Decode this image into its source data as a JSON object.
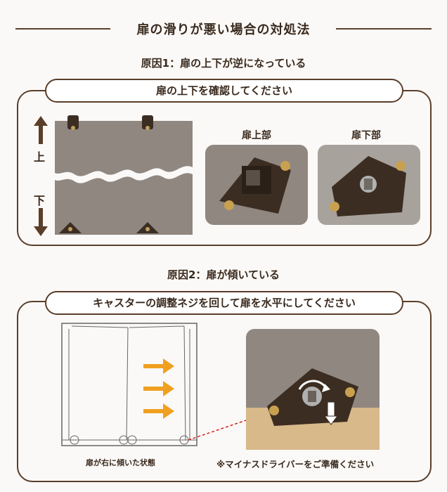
{
  "main_title": "扉の滑りが悪い場合の対処法",
  "section1": {
    "cause": "原因1：扉の上下が逆になっている",
    "instruction": "扉の上下を確認してください",
    "label_up": "上",
    "label_down": "下",
    "photo_top_label": "扉上部",
    "photo_bottom_label": "扉下部"
  },
  "section2": {
    "cause": "原因2：扉が傾いている",
    "instruction": "キャスターの調整ネジを回して扉を水平にしてください",
    "caption": "扉が右に傾いた状態",
    "note": "※マイナスドライバーをご準備ください"
  },
  "colors": {
    "brown": "#5a3e2a",
    "arrow_orange": "#f0a020",
    "panel_gray": "#8f8780",
    "wood": "#d8b98a"
  }
}
